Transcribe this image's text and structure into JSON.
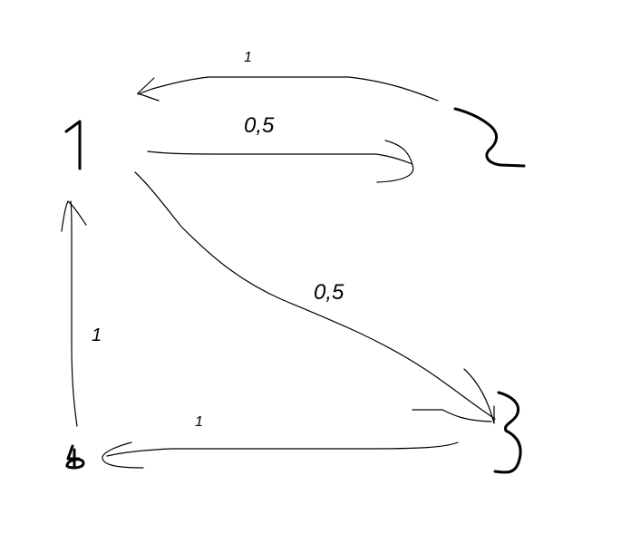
{
  "diagram": {
    "nodes": [
      {
        "id": "n1",
        "label": "1"
      },
      {
        "id": "n2",
        "label": "2"
      },
      {
        "id": "n3",
        "label": "3"
      },
      {
        "id": "n4",
        "label": "4"
      }
    ],
    "edges": [
      {
        "id": "e-2-1",
        "from": "2",
        "to": "1",
        "label": "1"
      },
      {
        "id": "e-1-2",
        "from": "1",
        "to": "2",
        "label": "0,5"
      },
      {
        "id": "e-1-3",
        "from": "1",
        "to": "3",
        "label": "0,5"
      },
      {
        "id": "e-3-4",
        "from": "3",
        "to": "4",
        "label": "1"
      },
      {
        "id": "e-4-1",
        "from": "4",
        "to": "1",
        "label": "1"
      }
    ]
  },
  "colors": {
    "stroke": "#000000",
    "background": "#ffffff"
  }
}
